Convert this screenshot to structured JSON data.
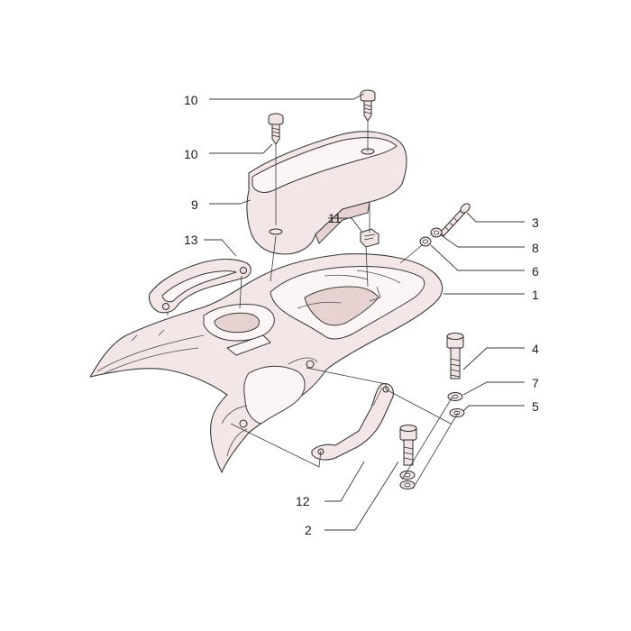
{
  "callouts": {
    "c1": "1",
    "c2": "2",
    "c3": "3",
    "c4": "4",
    "c5": "5",
    "c6": "6",
    "c7": "7",
    "c8": "8",
    "c9": "9",
    "c10a": "10",
    "c10b": "10",
    "c11": "11",
    "c12": "12",
    "c13": "13"
  },
  "colors": {
    "part_fill": "#f3e6e6",
    "line": "#3a3a3a",
    "background": "#ffffff"
  }
}
